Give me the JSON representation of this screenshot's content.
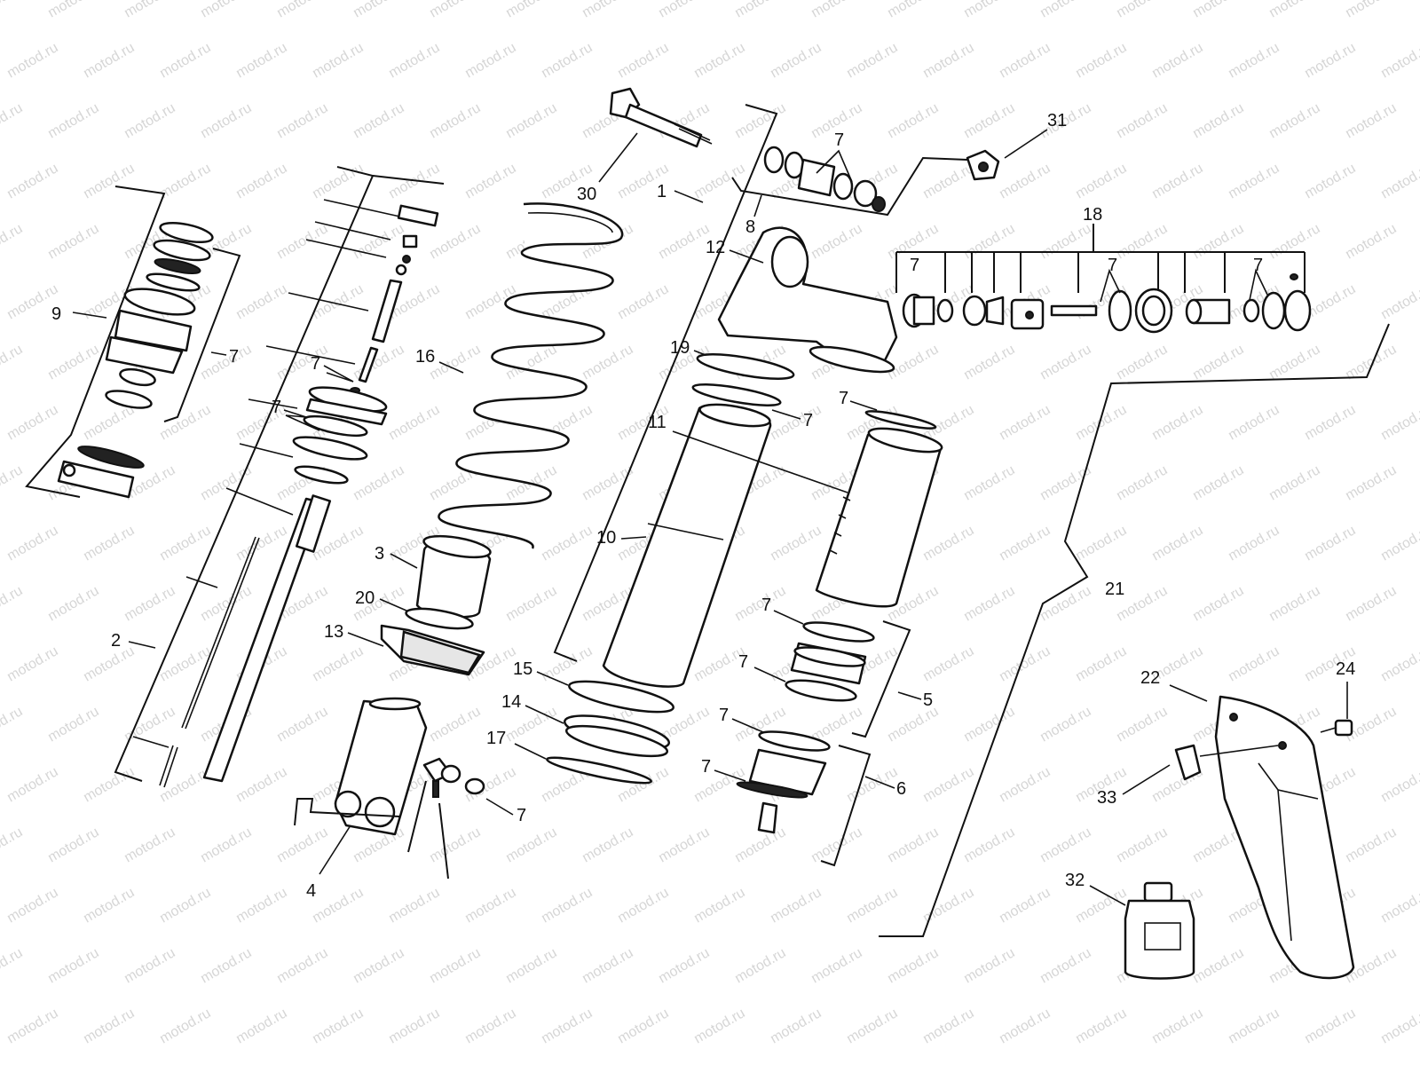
{
  "watermark": "motod.ru",
  "callouts": {
    "c1": "1",
    "c2": "2",
    "c3": "3",
    "c4": "4",
    "c5": "5",
    "c6": "6",
    "c8": "8",
    "c9": "9",
    "c10": "10",
    "c11": "11",
    "c12": "12",
    "c13": "13",
    "c14": "14",
    "c15": "15",
    "c16": "16",
    "c17": "17",
    "c18": "18",
    "c19": "19",
    "c20": "20",
    "c21": "21",
    "c22": "22",
    "c24": "24",
    "c30": "30",
    "c31": "31",
    "c32": "32",
    "c33": "33",
    "seven": "7"
  }
}
